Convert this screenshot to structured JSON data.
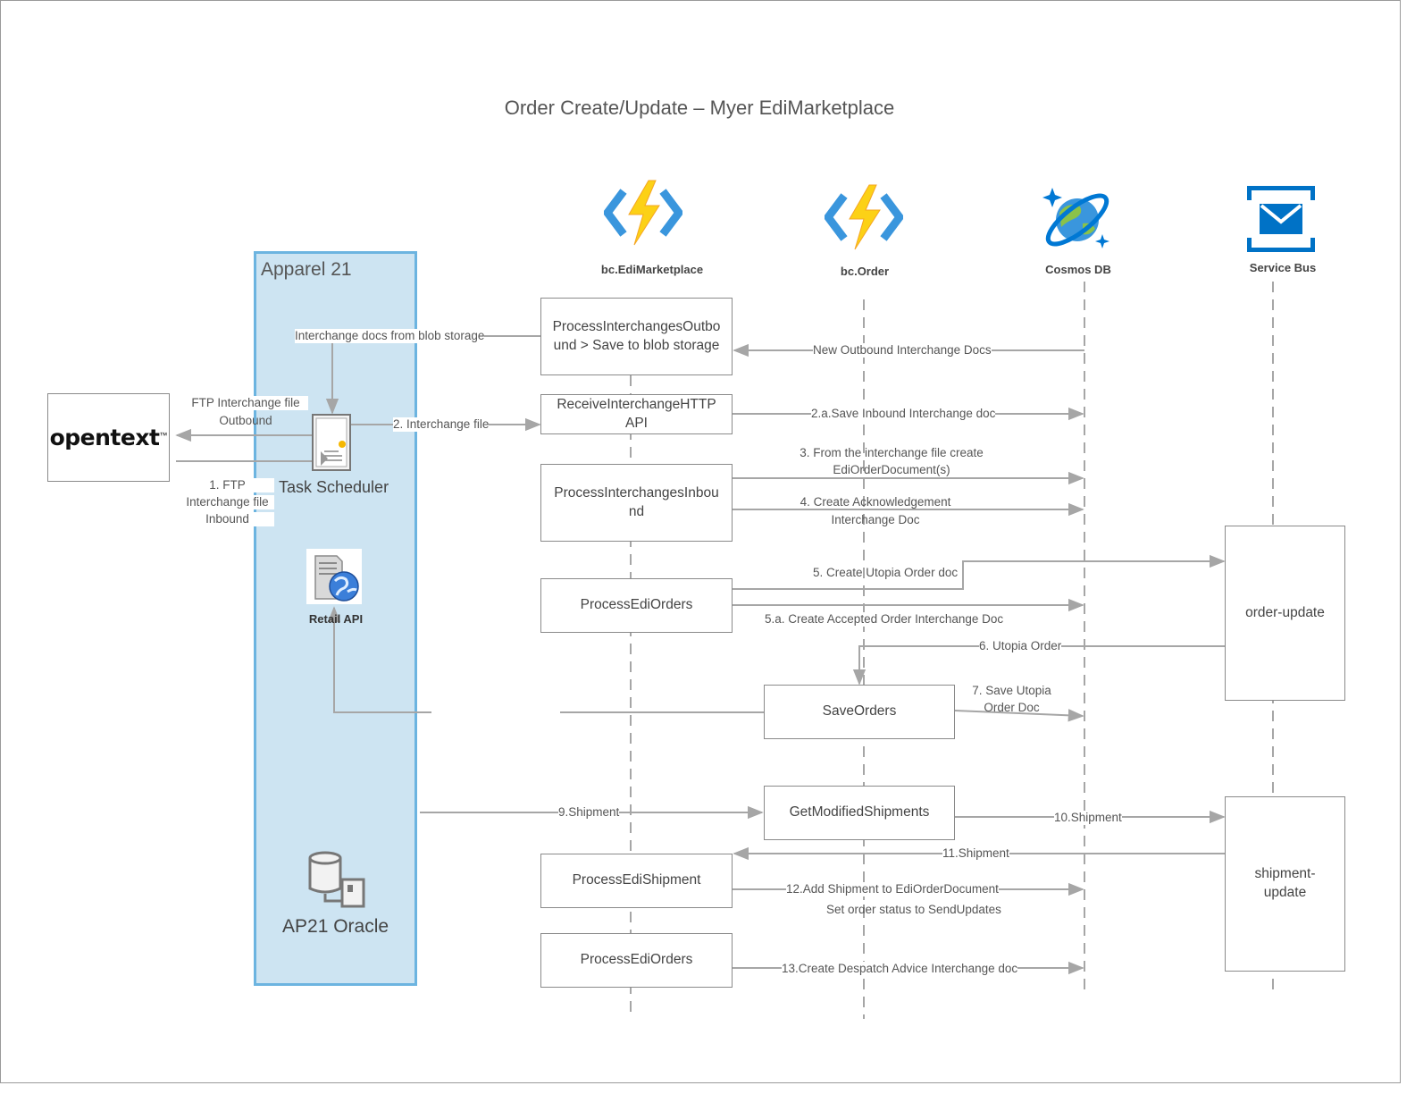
{
  "title": "Order Create/Update – Myer EdiMarketplace",
  "lane": {
    "title": "Apparel 21"
  },
  "opentext": {
    "logo": "opentext",
    "tm": "™"
  },
  "services": {
    "edimarketplace": "bc.EdiMarketplace",
    "order": "bc.Order",
    "cosmos": "Cosmos DB",
    "servicebus": "Service Bus"
  },
  "apparel": {
    "task_scheduler": "Task Scheduler",
    "retail_api": "Retail API",
    "ap21_oracle": "AP21 Oracle"
  },
  "boxes": {
    "outbound": "ProcessInterchangesOutbo und > Save to blob storage",
    "receive": "ReceiveInterchangeHTTP API",
    "inbound": "ProcessInterchangesInbou nd",
    "edi_orders_1": "ProcessEdiOrders",
    "save_orders": "SaveOrders",
    "get_shipments": "GetModifiedShipments",
    "edi_shipment": "ProcessEdiShipment",
    "edi_orders_2": "ProcessEdiOrders",
    "order_update": "order-update",
    "shipment_update": "shipment- update"
  },
  "labels": {
    "blob_docs": "Interchange docs from blob storage",
    "new_outbound": "New Outbound Interchange Docs",
    "ftp_out_1": "FTP Interchange file",
    "ftp_out_2": "Outbound",
    "ftp_in_1": "1. FTP",
    "ftp_in_2": "Interchange file",
    "ftp_in_3": "Inbound",
    "interchange_file": "2. Interchange file",
    "save_inbound": "2.a.Save Inbound Interchange doc",
    "from_file_1": "3. From the interchange file create",
    "from_file_2": "EdiOrderDocument(s)",
    "ack_1": "4. Create Acknowledgement",
    "ack_2": "Interchange Doc",
    "utopia_doc": "5. Create Utopia Order doc",
    "accepted": "5.a. Create Accepted Order Interchange Doc",
    "utopia_order": "6. Utopia Order",
    "save_utopia_1": "7. Save Utopia",
    "save_utopia_2": "Order Doc",
    "shipment_9": "9.Shipment",
    "shipment_10": "10.Shipment",
    "shipment_11": "11.Shipment",
    "add_shipment": "12.Add Shipment to EdiOrderDocument",
    "set_status": "Set order status to SendUpdates",
    "despatch": "13.Create Despatch Advice Interchange doc"
  },
  "colors": {
    "lane_fill": "#cde4f2",
    "lane_border": "#6cb4e0",
    "arrow": "#a6a6a6",
    "function_blue": "#3a96dd",
    "function_yellow": "#fcd116",
    "servicebus_blue": "#0072c6"
  }
}
